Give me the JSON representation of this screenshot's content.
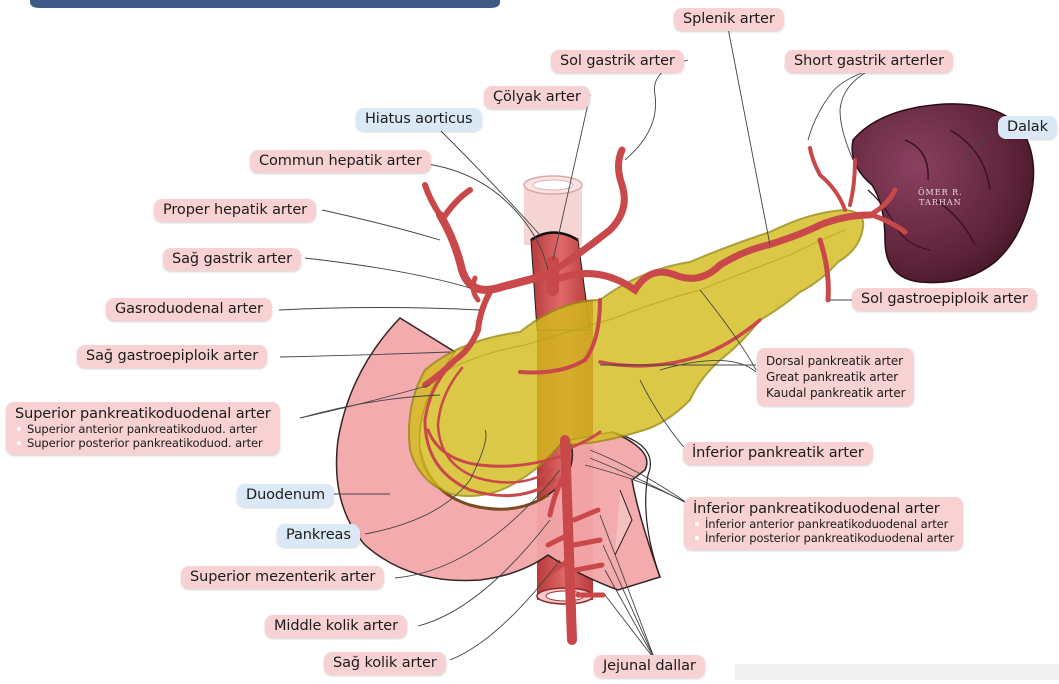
{
  "labels": {
    "splenik": "Splenik arter",
    "sol_gastrik": "Sol gastrik arter",
    "short_gastrik": "Short gastrik arterler",
    "colyak": "Çölyak arter",
    "hiatus": "Hiatus aorticus",
    "dalak": "Dalak",
    "commun_hepatik": "Commun hepatik arter",
    "proper_hepatik": "Proper hepatik arter",
    "sag_gastrik": "Sağ gastrik arter",
    "gasroduodenal": "Gasroduodenal arter",
    "sag_gastroepiploik": "Sağ gastroepiploik arter",
    "sol_gastroepiploik": "Sol gastroepiploik arter",
    "superior_pd": {
      "title": "Superior pankreatikoduodenal arter",
      "items": [
        "Superior anterior pankreatikoduod. arter",
        "Superior posterior pankreatikoduod. arter"
      ]
    },
    "dorsal_group": [
      "Dorsal pankreatik arter",
      "Great pankreatik arter",
      "Kaudal pankreatik arter"
    ],
    "inferior_pankreatik": "İnferior pankreatik arter",
    "duodenum": "Duodenum",
    "pankreas": "Pankreas",
    "inferior_pd": {
      "title": "İnferior pankreatikoduodenal arter",
      "items": [
        "İnferior anterior pankreatikoduodenal arter",
        "İnferior posterior pankreatikoduodenal arter"
      ]
    },
    "superior_mezenterik": "Superior mezenterik arter",
    "middle_kolik": "Middle kolik arter",
    "sag_kolik": "Sağ kolik arter",
    "jejunal": "Jejunal dallar"
  },
  "watermark": [
    "ÖMER R.",
    "TARHAN"
  ],
  "colors": {
    "label_pink": "#f8d2d3",
    "label_blue": "#dbe8f5",
    "artery": "#cf4f4f",
    "pancreas": "#d4bd1e",
    "duodenum": "#f3a7a9",
    "spleen": "#6b2a45",
    "header_bar": "#3d5b86"
  }
}
